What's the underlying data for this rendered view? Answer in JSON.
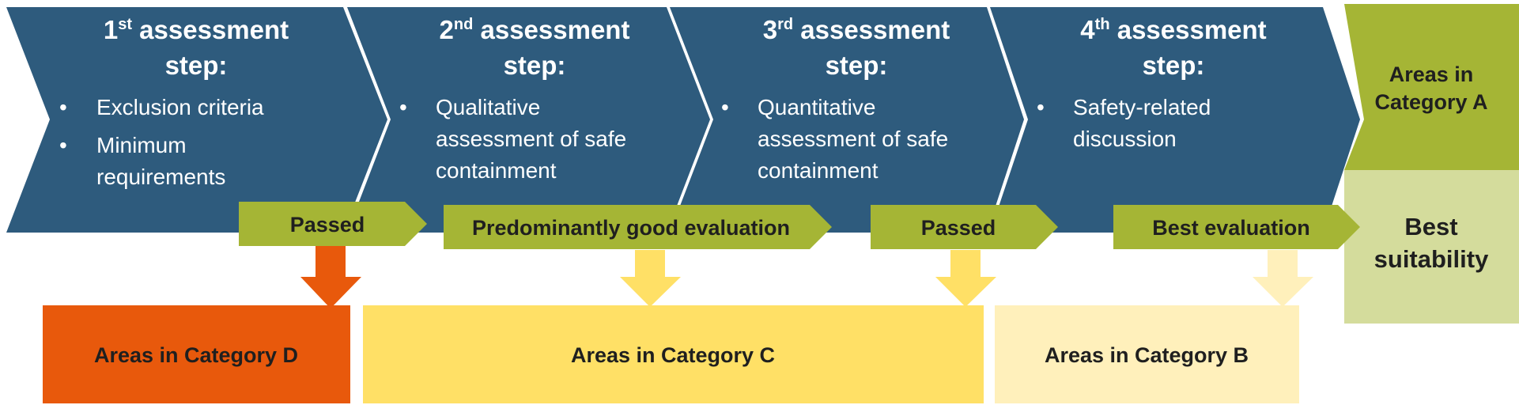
{
  "steps": [
    {
      "ordinal": "1",
      "suffix": "st",
      "title_rest": " assessment",
      "title_line2": "step:",
      "bullets": [
        [
          "Exclusion criteria"
        ],
        [
          "Minimum",
          "requirements"
        ]
      ]
    },
    {
      "ordinal": "2",
      "suffix": "nd",
      "title_rest": " assessment",
      "title_line2": "step:",
      "bullets": [
        [
          "Qualitative",
          "assessment of safe",
          "containment"
        ]
      ]
    },
    {
      "ordinal": "3",
      "suffix": "rd",
      "title_rest": " assessment",
      "title_line2": "step:",
      "bullets": [
        [
          "Quantitative",
          "assessment of safe",
          "containment"
        ]
      ]
    },
    {
      "ordinal": "4",
      "suffix": "th",
      "title_rest": " assessment",
      "title_line2": "step:",
      "bullets": [
        [
          "Safety-related",
          "discussion"
        ]
      ]
    }
  ],
  "bullet_char": "•",
  "pass_labels": [
    "Passed",
    "Predominantly good evaluation",
    "Passed",
    "Best evaluation"
  ],
  "categories": {
    "a": {
      "line1": "Areas in",
      "line2": "Category A"
    },
    "a_result": {
      "line1": "Best",
      "line2": "suitability"
    },
    "b": "Areas in Category B",
    "c": "Areas in Category C",
    "d": "Areas in Category D"
  },
  "colors": {
    "step_blue": "#2e5b7d",
    "green": "#a5b535",
    "light_green": "#d4dc9c",
    "orange": "#e8590c",
    "yellow": "#ffe066",
    "light_yellow": "#fff0bb",
    "arrow_yellow": "#ffe066",
    "arrow_light_yellow": "#fff0bb"
  }
}
